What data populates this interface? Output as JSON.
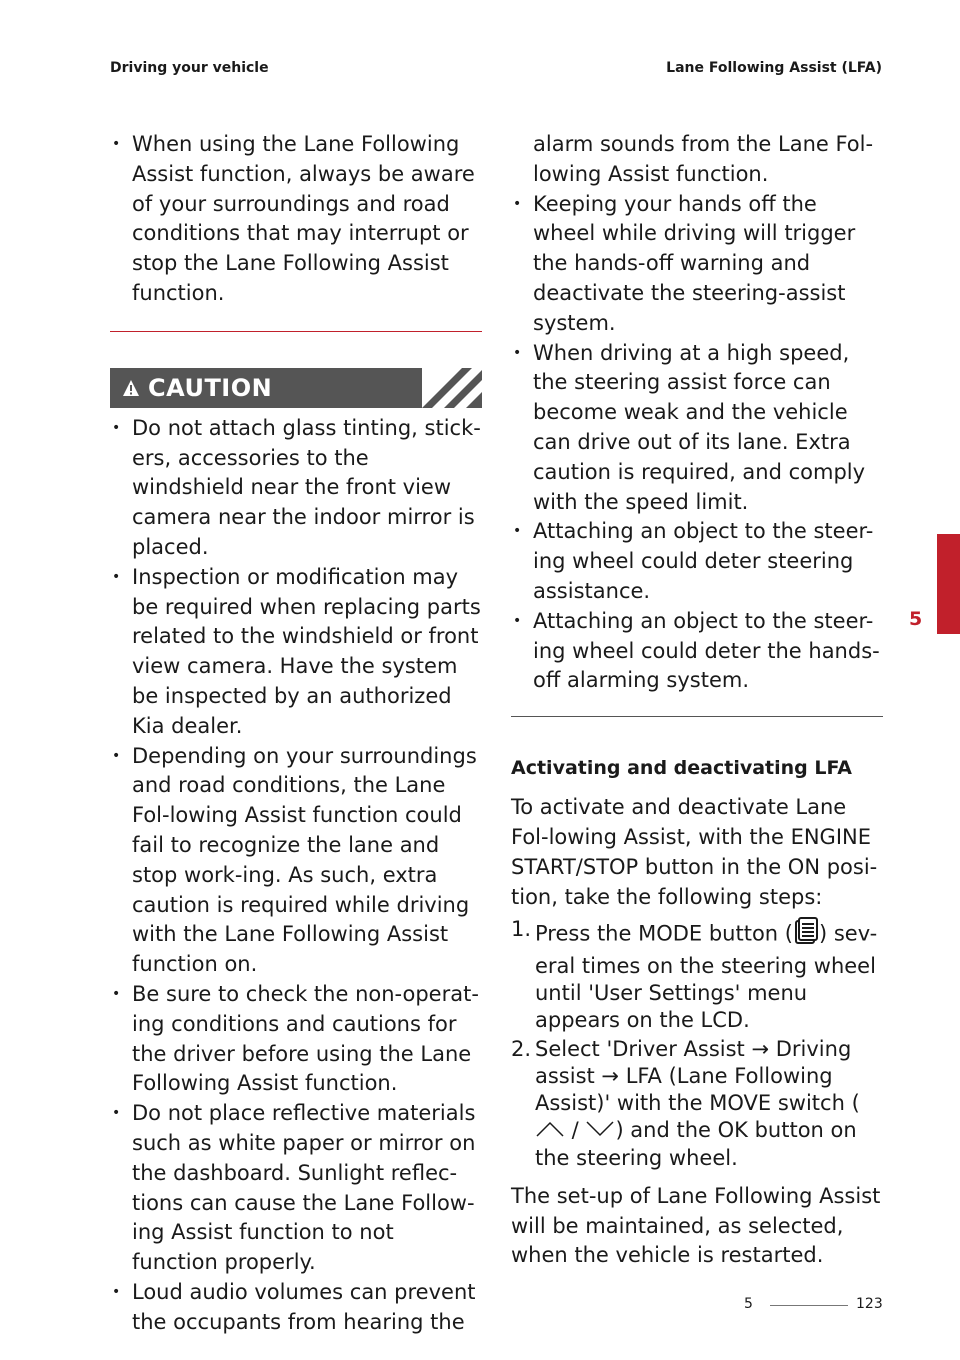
{
  "header": {
    "left": "Driving your vehicle",
    "right": "Lane Following Assist (LFA)"
  },
  "left_column": {
    "intro_bullets": [
      "When using the Lane Following Assist function, always be aware of your surroundings and road conditions that may interrupt or stop the Lane Following Assist function."
    ],
    "caution_label": "CAUTION",
    "caution_bullets": [
      "Do not attach glass tinting, stick-ers, accessories to the windshield near the front view camera near the indoor mirror is placed.",
      "Inspection or modification may be required when replacing parts related to the windshield or front view camera. Have the system be inspected by an authorized Kia dealer.",
      "Depending on your surroundings and road conditions, the Lane Fol-lowing Assist function could fail to recognize the lane and stop work-ing. As such, extra caution is required while driving with the Lane Following Assist function on.",
      "Be sure to check the non-operat-ing conditions and cautions for the driver before using the Lane Following Assist function.",
      "Do not place reflective materials such as white paper or mirror on the dashboard. Sunlight reflec-tions can cause the Lane Follow-ing Assist function to not function properly.",
      "Loud audio volumes can prevent the occupants from hearing the"
    ]
  },
  "right_column": {
    "continued_text": "alarm sounds from the Lane Fol-lowing Assist function.",
    "bullets": [
      "Keeping your hands off the wheel while driving will trigger the hands-off warning and deactivate the steering-assist system.",
      "When driving at a high speed, the steering assist force can become weak and the vehicle can drive out of its lane. Extra caution is required, and comply with the speed limit.",
      "Attaching an object to the steer-ing wheel could deter steering assistance.",
      "Attaching an object to the steer-ing wheel could deter the hands-off alarming system."
    ],
    "section_title": "Activating and deactivating LFA",
    "intro": "To activate and deactivate Lane Fol-lowing Assist, with the ENGINE START/STOP button in the ON posi-tion, take the following steps:",
    "steps": [
      {
        "num": "1.",
        "before": "Press the MODE button (",
        "after": ") sev-eral times on the steering wheel until 'User Settings' menu appears on the LCD."
      },
      {
        "num": "2.",
        "before": "Select 'Driver Assist → Driving assist → LFA (Lane Following Assist)' with the MOVE switch (",
        "middle": " / ",
        "after": ") and the OK button on the steering wheel."
      }
    ],
    "closing": "The set-up of Lane Following Assist will be maintained, as selected, when the vehicle is restarted."
  },
  "icons": {
    "mode_button": "mode-button-icon",
    "move_up": "chevron-up-icon",
    "move_down": "chevron-down-icon",
    "caution": "warning-triangle-icon"
  },
  "colors": {
    "accent_red": "#c1202b",
    "caution_bar": "#555555"
  },
  "chapter_tab": "5",
  "footer": {
    "chapter": "5",
    "page": "123"
  }
}
